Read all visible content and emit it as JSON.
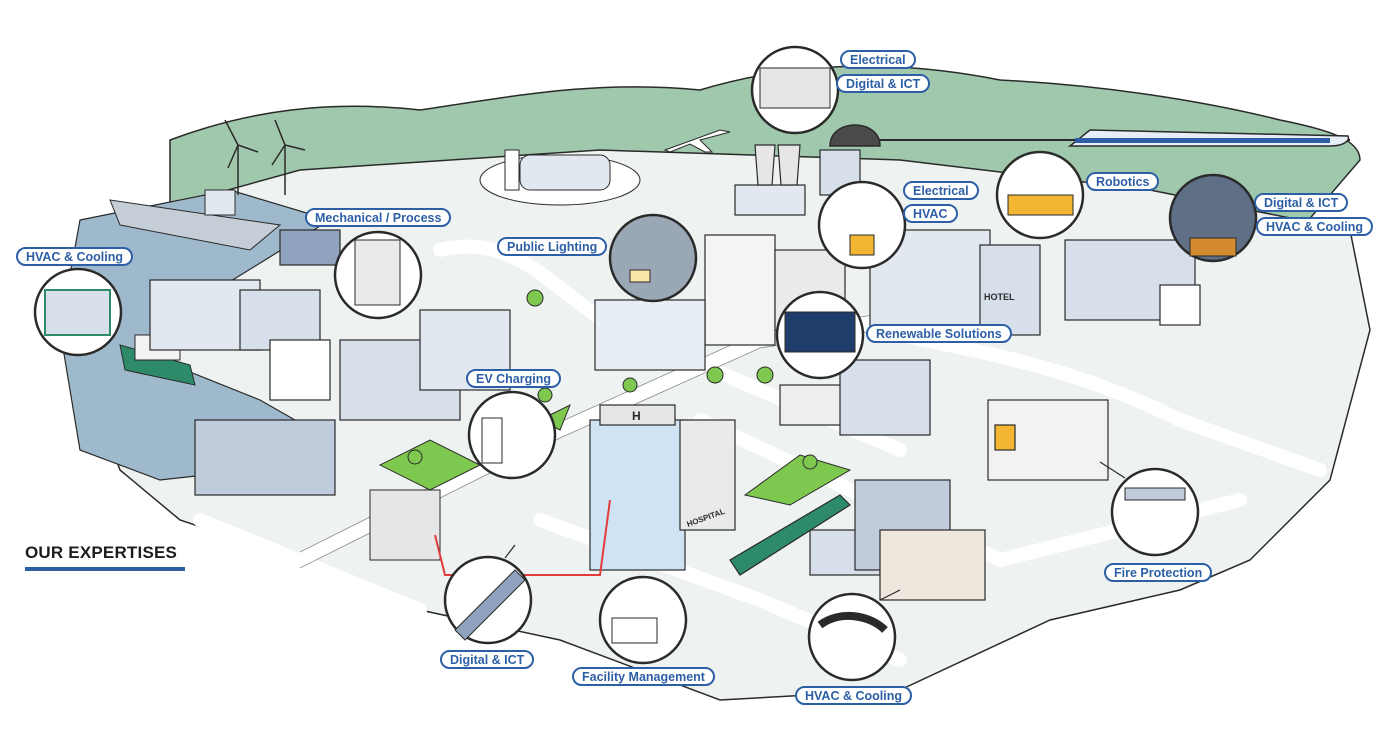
{
  "heading": "OUR EXPERTISES",
  "colors": {
    "accent": "#2d5fa6",
    "land": "#eef2f1",
    "hills": "#9fc8ac",
    "water": "#9fb9cc",
    "road": "#ffffff",
    "outline": "#2a2a2a"
  },
  "labels": {
    "electrical_top": "Electrical",
    "digital_ict_top": "Digital & ICT",
    "hvac_cooling_left": "HVAC & Cooling",
    "mechanical_process": "Mechanical / Process",
    "public_lighting": "Public Lighting",
    "electrical_mid": "Electrical",
    "hvac_mid": "HVAC",
    "robotics": "Robotics",
    "digital_ict_right": "Digital & ICT",
    "hvac_cooling_right": "HVAC & Cooling",
    "renewable_solutions": "Renewable Solutions",
    "ev_charging": "EV Charging",
    "fire_protection": "Fire Protection",
    "digital_ict_bottom": "Digital & ICT",
    "facility_management": "Facility Management",
    "hvac_cooling_bottom": "HVAC & Cooling"
  },
  "building_signs": {
    "hospital": "HOSPITAL",
    "hotel": "HOTEL",
    "helipad": "H"
  },
  "icons": [
    "tunnel-cables-icon",
    "hvac-duct-icon",
    "mechanical-plant-icon",
    "street-lamp-icon",
    "electrical-panel-icon",
    "robot-arm-icon",
    "server-room-icon",
    "solar-panel-icon",
    "ev-charger-icon",
    "sprinkler-icon",
    "fiber-cable-icon",
    "facility-van-icon",
    "duct-pipes-icon",
    "cooling-unit-icon"
  ]
}
